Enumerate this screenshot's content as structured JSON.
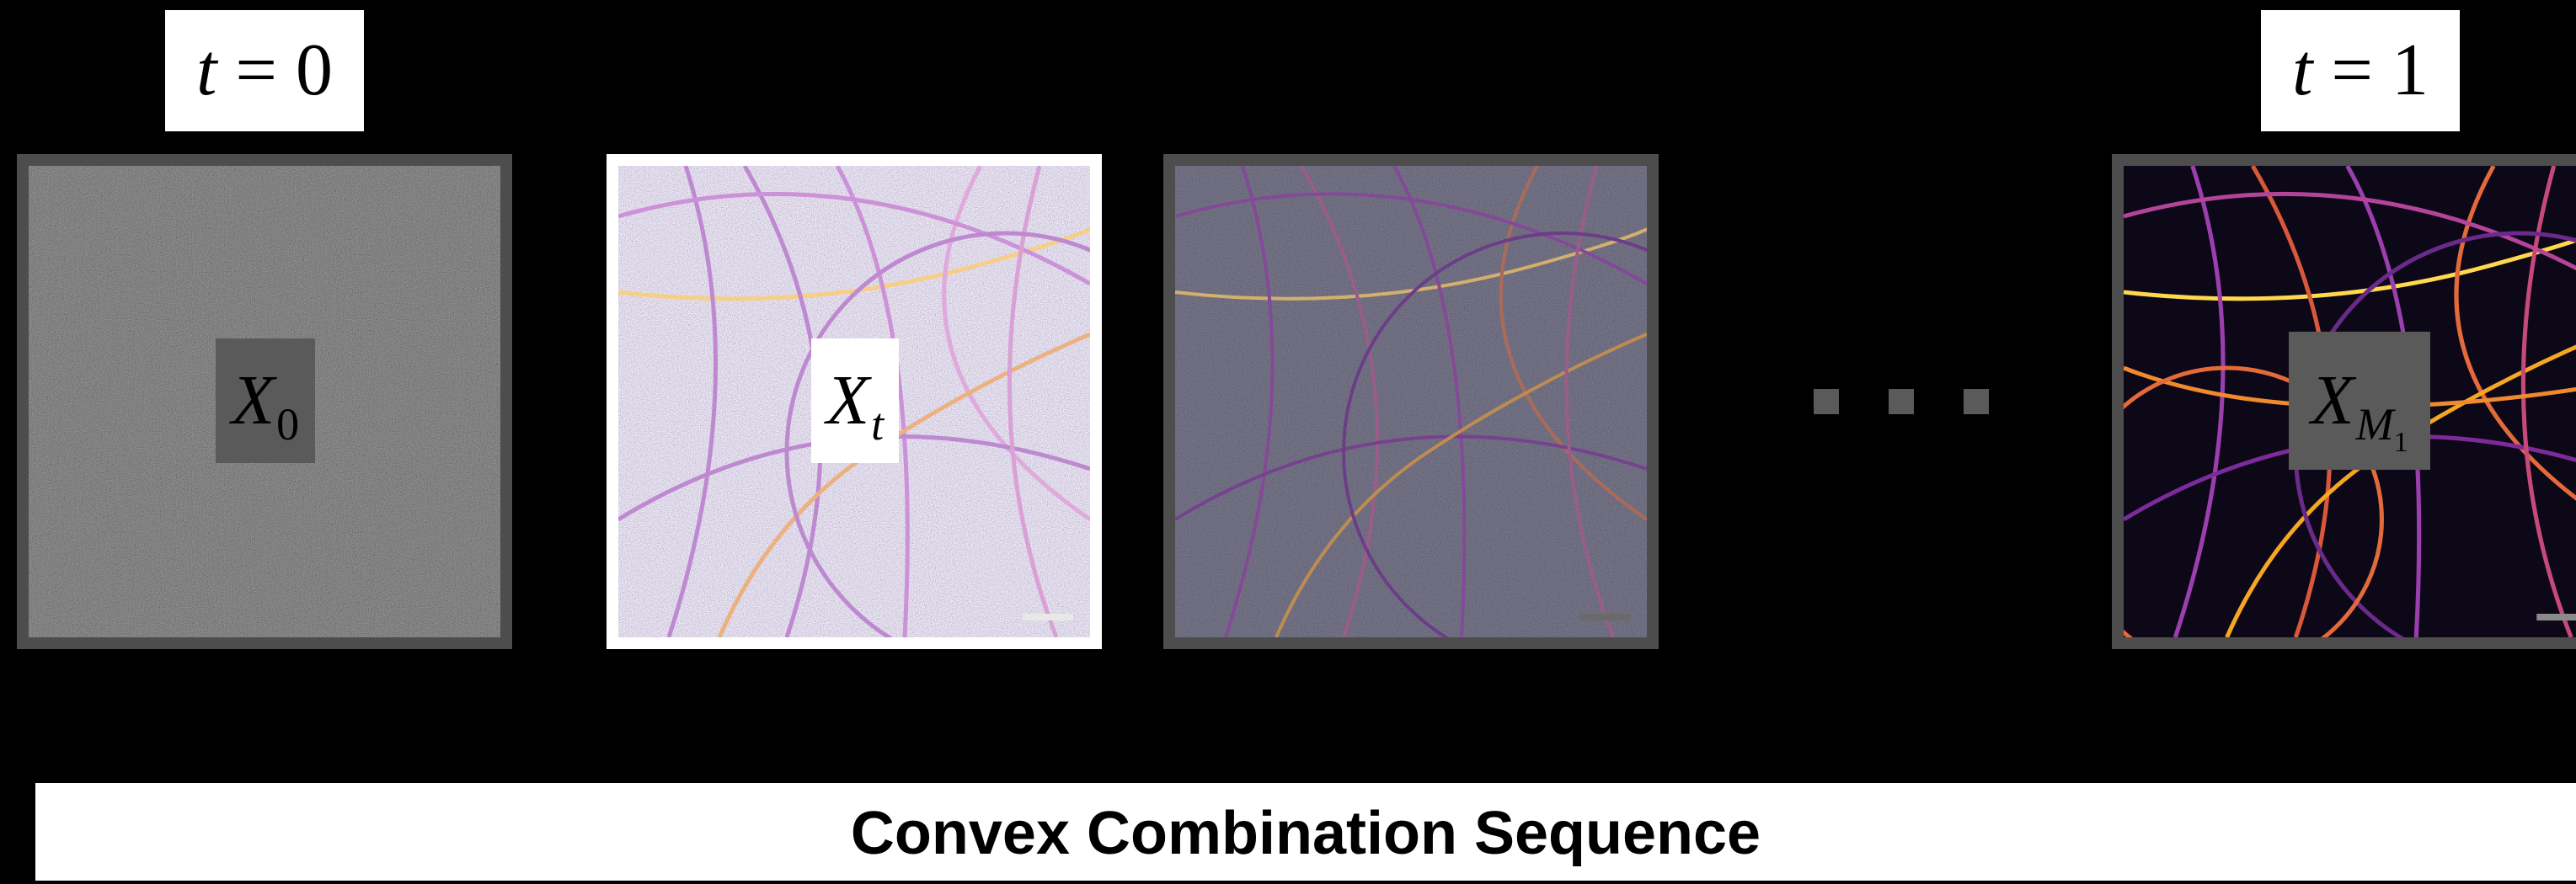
{
  "time_labels": {
    "start": {
      "var": "t",
      "rest": " = 0"
    },
    "end": {
      "var": "t",
      "rest": " = 1"
    }
  },
  "tiles": [
    {
      "id": "x0",
      "symbol": "X",
      "subscript": "0",
      "subscript_italic": false,
      "border_color": "#4d4d4d",
      "label_bg": "#5a5a5a"
    },
    {
      "id": "xt",
      "symbol": "X",
      "subscript": "t",
      "subscript_italic": true,
      "border_color": "#ffffff",
      "label_bg": "#ffffff"
    },
    {
      "id": "intermediate",
      "border_color": "#4d4d4d"
    },
    {
      "id": "xm1",
      "symbol": "X",
      "subscript": "M",
      "subsubscript": "1",
      "subscript_italic": true,
      "border_color": "#4d4d4d",
      "label_bg": "#5a5a5a"
    }
  ],
  "ellipsis_color": "#5a5a5a",
  "caption": "Convex Combination Sequence",
  "colors": {
    "background": "#000000",
    "line_orange": "#f5a623",
    "line_purple": "#9b3fae",
    "line_yellow": "#ffd84d"
  }
}
